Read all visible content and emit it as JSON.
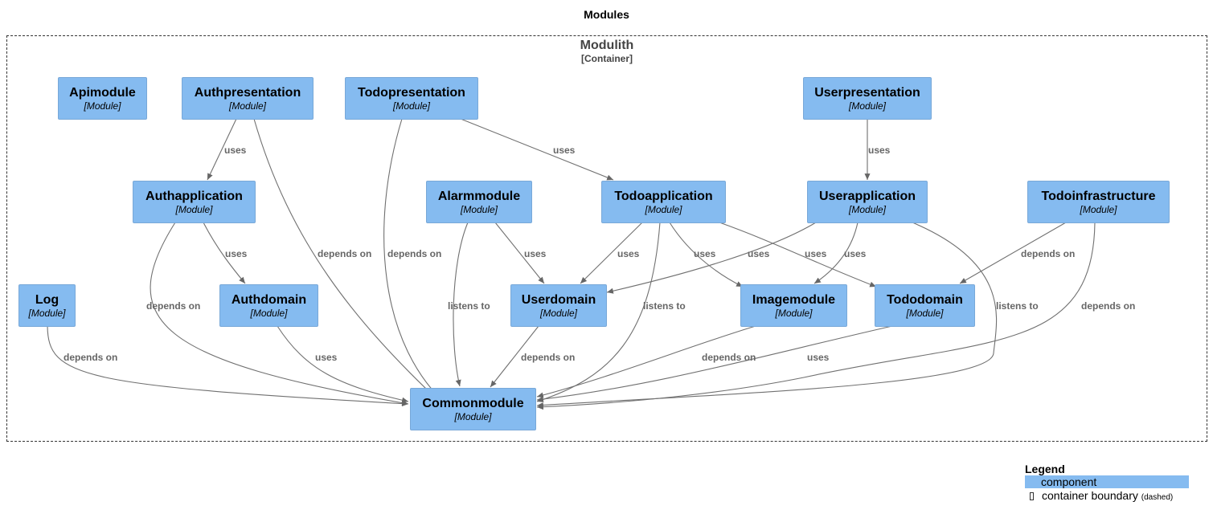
{
  "title": "Modules",
  "boundary": {
    "name": "Modulith",
    "technology": "[Container]"
  },
  "nodes": {
    "apimodule": {
      "name": "Apimodule",
      "tech": "[Module]"
    },
    "authpresentation": {
      "name": "Authpresentation",
      "tech": "[Module]"
    },
    "todopresentation": {
      "name": "Todopresentation",
      "tech": "[Module]"
    },
    "userpresentation": {
      "name": "Userpresentation",
      "tech": "[Module]"
    },
    "authapplication": {
      "name": "Authapplication",
      "tech": "[Module]"
    },
    "alarmmodule": {
      "name": "Alarmmodule",
      "tech": "[Module]"
    },
    "todoapplication": {
      "name": "Todoapplication",
      "tech": "[Module]"
    },
    "userapplication": {
      "name": "Userapplication",
      "tech": "[Module]"
    },
    "todoinfrastructure": {
      "name": "Todoinfrastructure",
      "tech": "[Module]"
    },
    "log": {
      "name": "Log",
      "tech": "[Module]"
    },
    "authdomain": {
      "name": "Authdomain",
      "tech": "[Module]"
    },
    "userdomain": {
      "name": "Userdomain",
      "tech": "[Module]"
    },
    "imagemodule": {
      "name": "Imagemodule",
      "tech": "[Module]"
    },
    "tododomain": {
      "name": "Tododomain",
      "tech": "[Module]"
    },
    "commonmodule": {
      "name": "Commonmodule",
      "tech": "[Module]"
    }
  },
  "edges": [
    {
      "from": "authpresentation",
      "to": "authapplication",
      "label": "uses"
    },
    {
      "from": "authpresentation",
      "to": "commonmodule",
      "label": "depends on"
    },
    {
      "from": "todopresentation",
      "to": "commonmodule",
      "label": "depends on"
    },
    {
      "from": "todopresentation",
      "to": "todoapplication",
      "label": "uses"
    },
    {
      "from": "userpresentation",
      "to": "userapplication",
      "label": "uses"
    },
    {
      "from": "authapplication",
      "to": "commonmodule",
      "label": "depends on"
    },
    {
      "from": "authapplication",
      "to": "authdomain",
      "label": "uses"
    },
    {
      "from": "alarmmodule",
      "to": "commonmodule",
      "label": "listens to"
    },
    {
      "from": "alarmmodule",
      "to": "userdomain",
      "label": "uses"
    },
    {
      "from": "todoapplication",
      "to": "userdomain",
      "label": "uses"
    },
    {
      "from": "todoapplication",
      "to": "commonmodule",
      "label": "listens to"
    },
    {
      "from": "todoapplication",
      "to": "imagemodule",
      "label": "uses"
    },
    {
      "from": "todoapplication",
      "to": "tododomain",
      "label": "uses"
    },
    {
      "from": "userapplication",
      "to": "userdomain",
      "label": "uses"
    },
    {
      "from": "userapplication",
      "to": "imagemodule",
      "label": "uses"
    },
    {
      "from": "userapplication",
      "to": "commonmodule",
      "label": "listens to"
    },
    {
      "from": "todoinfrastructure",
      "to": "tododomain",
      "label": "depends on"
    },
    {
      "from": "todoinfrastructure",
      "to": "commonmodule",
      "label": "depends on"
    },
    {
      "from": "log",
      "to": "commonmodule",
      "label": "depends on"
    },
    {
      "from": "authdomain",
      "to": "commonmodule",
      "label": "uses"
    },
    {
      "from": "userdomain",
      "to": "commonmodule",
      "label": "depends on"
    },
    {
      "from": "imagemodule",
      "to": "commonmodule",
      "label": "depends on"
    },
    {
      "from": "tododomain",
      "to": "commonmodule",
      "label": "uses"
    }
  ],
  "legend": {
    "title": "Legend",
    "component": "component",
    "boundary": "container boundary",
    "boundary_note": "(dashed)"
  }
}
